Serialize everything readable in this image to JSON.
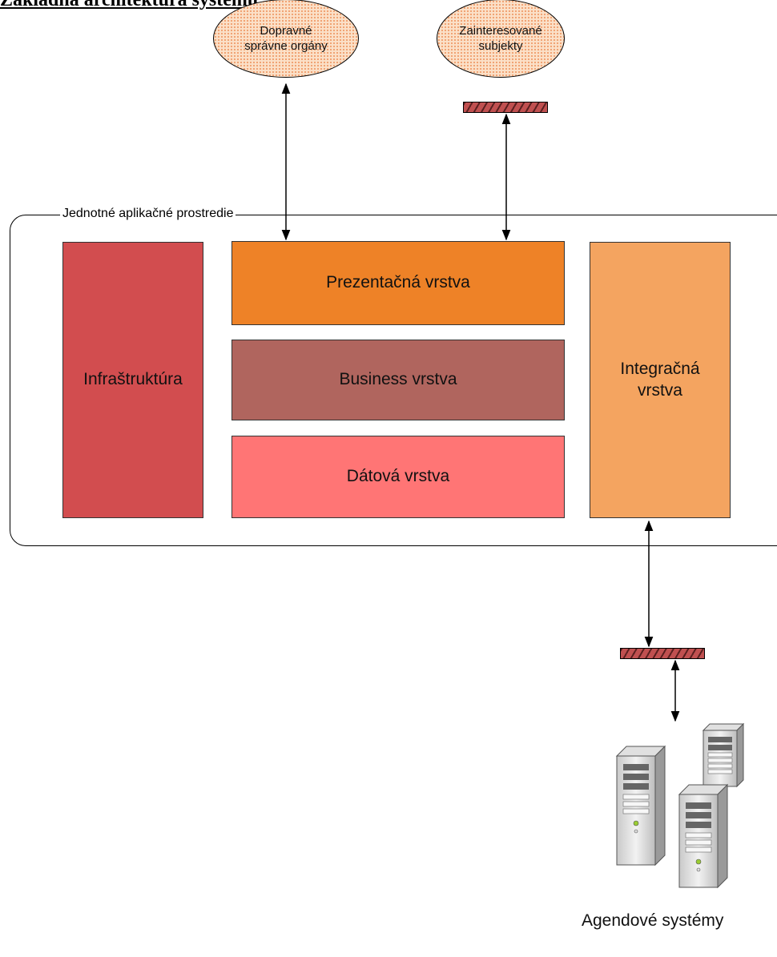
{
  "title": "Základná architektúra systému:",
  "actors": {
    "dopravne": "Dopravné správne orgány",
    "zainteresovane": "Zainteresované subjekty"
  },
  "container": {
    "label": "Jednotné aplikačné prostredie"
  },
  "layers": {
    "infrastructure": "Infraštruktúra",
    "presentation": "Prezentačná vrstva",
    "business": "Business vrstva",
    "data": "Dátová vrstva",
    "integration": "Integračná vrstva"
  },
  "external": {
    "agend_systems": "Agendové systémy"
  },
  "colors": {
    "infrastructure": "#d24d4f",
    "presentation": "#ee8227",
    "business": "#b0655e",
    "data": "#ff7575",
    "integration": "#f4a460",
    "actor_fill": "#fbe0c8"
  },
  "icons": {
    "servers": "server-tower-icon",
    "firewall": "firewall-icon"
  }
}
